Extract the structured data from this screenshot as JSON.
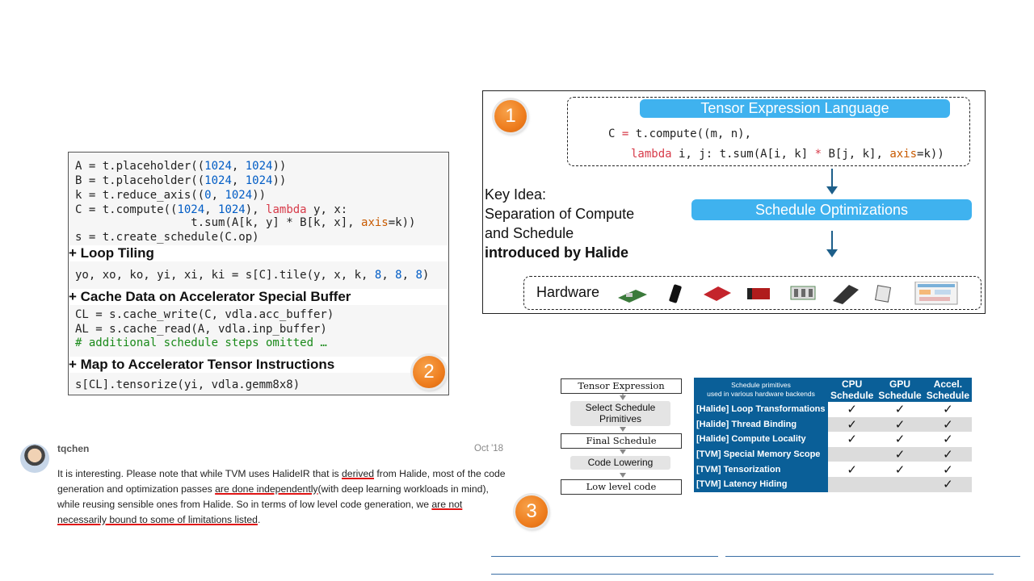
{
  "code_panel": {
    "lines": [
      {
        "a": "A = t.placeholder((",
        "n1": "1024",
        "b": ", ",
        "n2": "1024",
        "c": "))"
      },
      {
        "a": "B = t.placeholder((",
        "n1": "1024",
        "b": ", ",
        "n2": "1024",
        "c": "))"
      },
      {
        "a": "k = t.reduce_axis((",
        "n1": "0",
        "b": ", ",
        "n2": "1024",
        "c": "))"
      }
    ],
    "compute_line_a": "C = t.compute((",
    "compute_n1": "1024",
    "compute_sep": ", ",
    "compute_n2": "1024",
    "compute_mid": "), ",
    "compute_kw": "lambda",
    "compute_end": " y, x:",
    "sum_line_a": "                 t.sum(A[k, y] * B[k, x], ",
    "sum_arg": "axis",
    "sum_end": "=k))",
    "sched_line": "s = t.create_schedule(C.op)",
    "section_loop_tiling": "+ Loop Tiling",
    "tile_line_a": "yo, xo, ko, yi, xi, ki = s[C].tile(y, x, k, ",
    "tile_n1": "8",
    "tile_n2": "8",
    "tile_n3": "8",
    "tile_end": ")",
    "section_cache": "+ Cache Data on Accelerator Special Buffer",
    "cache_write": "CL = s.cache_write(C, vdla.acc_buffer)",
    "cache_read": "AL = s.cache_read(A, vdla.inp_buffer)",
    "cache_comment": "# additional schedule steps omitted …",
    "section_tensor": "+ Map to Accelerator Tensor Instructions",
    "tensorize_line": "s[CL].tensorize(yi, vdla.gemm8x8)",
    "badge": "2"
  },
  "diagram": {
    "badge": "1",
    "tel_title": "Tensor Expression Language",
    "expr_line1_a": "C ",
    "expr_line1_eq": "=",
    "expr_line1_b": " t.compute((m, n),",
    "expr_line2_kw": "lambda",
    "expr_line2_a": " i, j: t.sum(A[i, k] ",
    "expr_line2_op": "*",
    "expr_line2_b": " B[j, k], ",
    "expr_line2_arg": "axis",
    "expr_line2_end": "=k))",
    "key_idea_1": "Key Idea:",
    "key_idea_2": "Separation of Compute",
    "key_idea_3": "and Schedule",
    "key_idea_4": "introduced by Halide",
    "sched_opt": "Schedule Optimizations",
    "hardware_label": "Hardware"
  },
  "comment": {
    "author": "tqchen",
    "date": "Oct '18",
    "t1": "It is interesting. Please note that while TVM uses HalideIR that is ",
    "t2": "derived",
    "t3": " from Halide, most of the code generation and optimization passes ",
    "t4": "are done independently",
    "t5": "(with deep learning workloads in mind), while reusing sensible ones from Halide. So in terms of low level code generation, we ",
    "t6": "are not",
    "t7": " ",
    "t8": "necessarily bound to some of limitations listed",
    "t9": "."
  },
  "flow": {
    "tensor_expression": "Tensor Expression",
    "select_schedule": "Select Schedule Primitives",
    "final_schedule": "Final Schedule",
    "code_lowering": "Code Lowering",
    "low_level_code": "Low level code",
    "badge": "3"
  },
  "table": {
    "head_title": "Schedule primitives",
    "head_sub": "used in various hardware backends",
    "col_cpu": "CPU Schedule",
    "col_gpu": "GPU Schedule",
    "col_accel": "Accel. Schedule",
    "check": "✓",
    "rows": [
      {
        "label": "[Halide] Loop Transformations",
        "cpu": true,
        "gpu": true,
        "acc": true
      },
      {
        "label": "[Halide] Thread Binding",
        "cpu": true,
        "gpu": true,
        "acc": true
      },
      {
        "label": "[Halide] Compute Locality",
        "cpu": true,
        "gpu": true,
        "acc": true
      },
      {
        "label": "[TVM] Special Memory Scope",
        "cpu": false,
        "gpu": true,
        "acc": true
      },
      {
        "label": "[TVM] Tensorization",
        "cpu": true,
        "gpu": true,
        "acc": true
      },
      {
        "label": "[TVM] Latency Hiding",
        "cpu": false,
        "gpu": false,
        "acc": true
      }
    ]
  },
  "colors": {
    "accent_blue": "#3fb2ef",
    "header_blue": "#0a5f98",
    "badge_orange": "#ee7d1e",
    "underline_red": "#e01414"
  }
}
